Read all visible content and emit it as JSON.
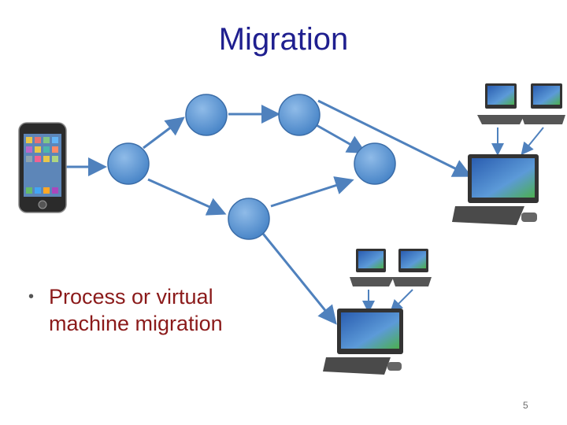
{
  "slide": {
    "title": "Migration",
    "bullet": "Process or virtual machine migration",
    "page_number": "5"
  },
  "colors": {
    "title": "#1f1f8f",
    "bullet_text": "#8b1a1a",
    "node_fill": "#5b9bd5",
    "arrow": "#4f81bd"
  },
  "icons": [
    "smartphone-icon",
    "network-node",
    "computer-cluster-icon",
    "desktop-computer-icon"
  ]
}
